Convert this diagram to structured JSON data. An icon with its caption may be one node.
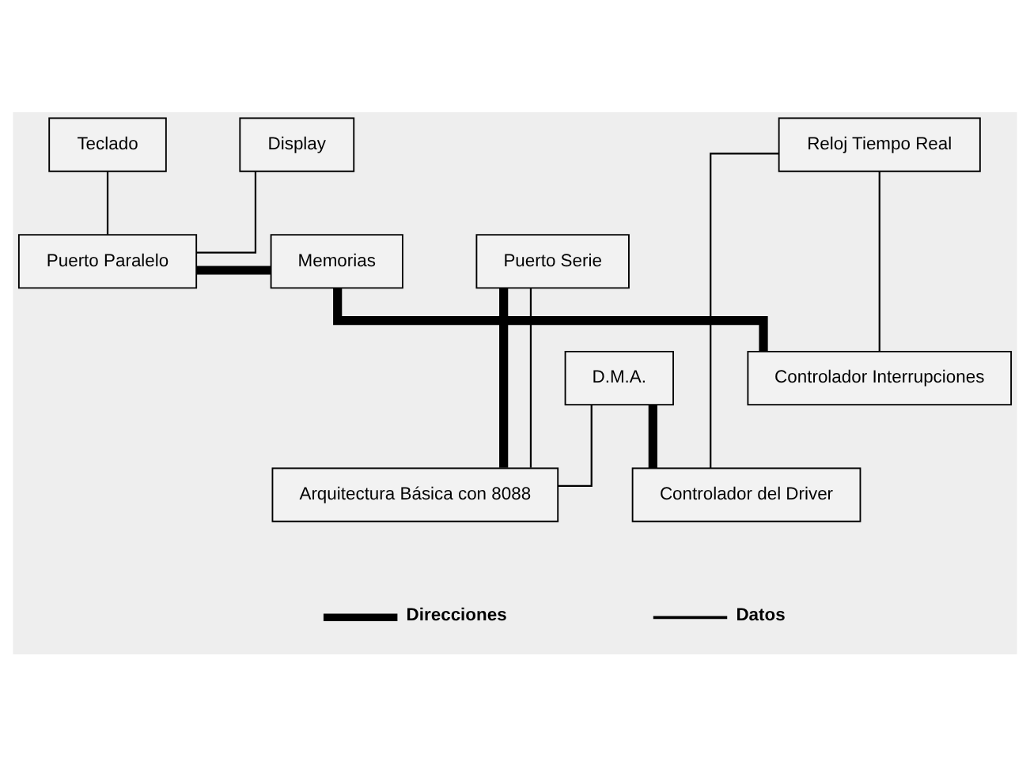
{
  "diagram": {
    "nodes": [
      {
        "text": [
          "Teclado"
        ]
      },
      {
        "text": [
          "Display"
        ]
      },
      {
        "text": [
          "Reloj Tiempo Real"
        ]
      },
      {
        "text": [
          "Memorias"
        ]
      },
      {
        "text": [
          "Puerto Serie"
        ]
      },
      {
        "text": [
          "Puerto Paralelo"
        ]
      },
      {
        "text": [
          "D.M.A."
        ]
      },
      {
        "text": [
          "Controlador Interrupciones"
        ]
      },
      {
        "text": [
          "Arquitectura Básica con 8088"
        ]
      },
      {
        "text": [
          "Controlador del Driver"
        ]
      }
    ],
    "edges": [
      {
        "from": 0,
        "to": 5,
        "arrow": "none"
      },
      {
        "from": 1,
        "to": 5,
        "arrow": "none"
      },
      {
        "from": 3,
        "to": 5,
        "arrow": "none",
        "style": "thick"
      },
      {
        "from": 3,
        "to": 7,
        "arrow": "none",
        "style": "thick"
      },
      {
        "from": 4,
        "to": 8,
        "arrow": "none",
        "style": "thick"
      },
      {
        "from": 4,
        "to": 8,
        "arrow": "none"
      },
      {
        "from": 6,
        "to": 8,
        "arrow": "none"
      },
      {
        "from": 6,
        "to": 9,
        "arrow": "none",
        "style": "thick"
      },
      {
        "from": 2,
        "to": 7,
        "arrow": "none"
      },
      {
        "from": 2,
        "to": 9,
        "arrow": "none"
      }
    ],
    "legend": [
      {
        "text": "Direcciones"
      },
      {
        "text": "Datos"
      }
    ]
  }
}
